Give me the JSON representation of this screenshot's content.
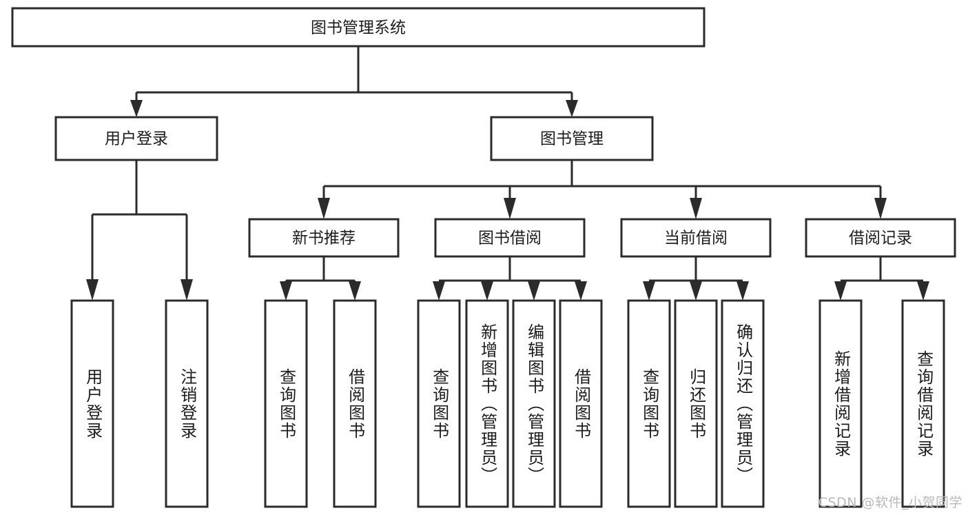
{
  "diagram": {
    "title": "图书管理系统",
    "type": "tree",
    "orientation": "top-down",
    "colors": {
      "stroke": "#2b2b2b",
      "fill": "#ffffff",
      "text": "#1c1c1c",
      "watermark": "#b9b9b9",
      "background": "#ffffff"
    },
    "root": {
      "label": "图书管理系统"
    },
    "level2": [
      {
        "id": "user-login",
        "label": "用户登录"
      },
      {
        "id": "book-manage",
        "label": "图书管理"
      }
    ],
    "level3": [
      {
        "id": "new-book-recommend",
        "label": "新书推荐",
        "parent": "book-manage"
      },
      {
        "id": "book-borrow",
        "label": "图书借阅",
        "parent": "book-manage"
      },
      {
        "id": "current-borrow",
        "label": "当前借阅",
        "parent": "book-manage"
      },
      {
        "id": "borrow-record",
        "label": "借阅记录",
        "parent": "book-manage"
      }
    ],
    "leaves": {
      "user-login": [
        {
          "id": "leaf-user-login",
          "label": "用户登录"
        },
        {
          "id": "leaf-user-logout",
          "label": "注销登录"
        }
      ],
      "new-book-recommend": [
        {
          "id": "leaf-query-book-1",
          "label": "查询图书"
        },
        {
          "id": "leaf-borrow-book-1",
          "label": "借阅图书"
        }
      ],
      "book-borrow": [
        {
          "id": "leaf-query-book-2",
          "label": "查询图书"
        },
        {
          "id": "leaf-add-book",
          "label": "新增图书（管理员）"
        },
        {
          "id": "leaf-edit-book",
          "label": "编辑图书（管理员）"
        },
        {
          "id": "leaf-borrow-book-2",
          "label": "借阅图书"
        }
      ],
      "current-borrow": [
        {
          "id": "leaf-query-book-3",
          "label": "查询图书"
        },
        {
          "id": "leaf-return-book",
          "label": "归还图书"
        },
        {
          "id": "leaf-confirm-return",
          "label": "确认归还（管理员）"
        }
      ],
      "borrow-record": [
        {
          "id": "leaf-add-record",
          "label": "新增借阅记录"
        },
        {
          "id": "leaf-query-record",
          "label": "查询借阅记录"
        }
      ]
    }
  },
  "watermark": {
    "text": "CSDN @软件_小贺同学"
  }
}
